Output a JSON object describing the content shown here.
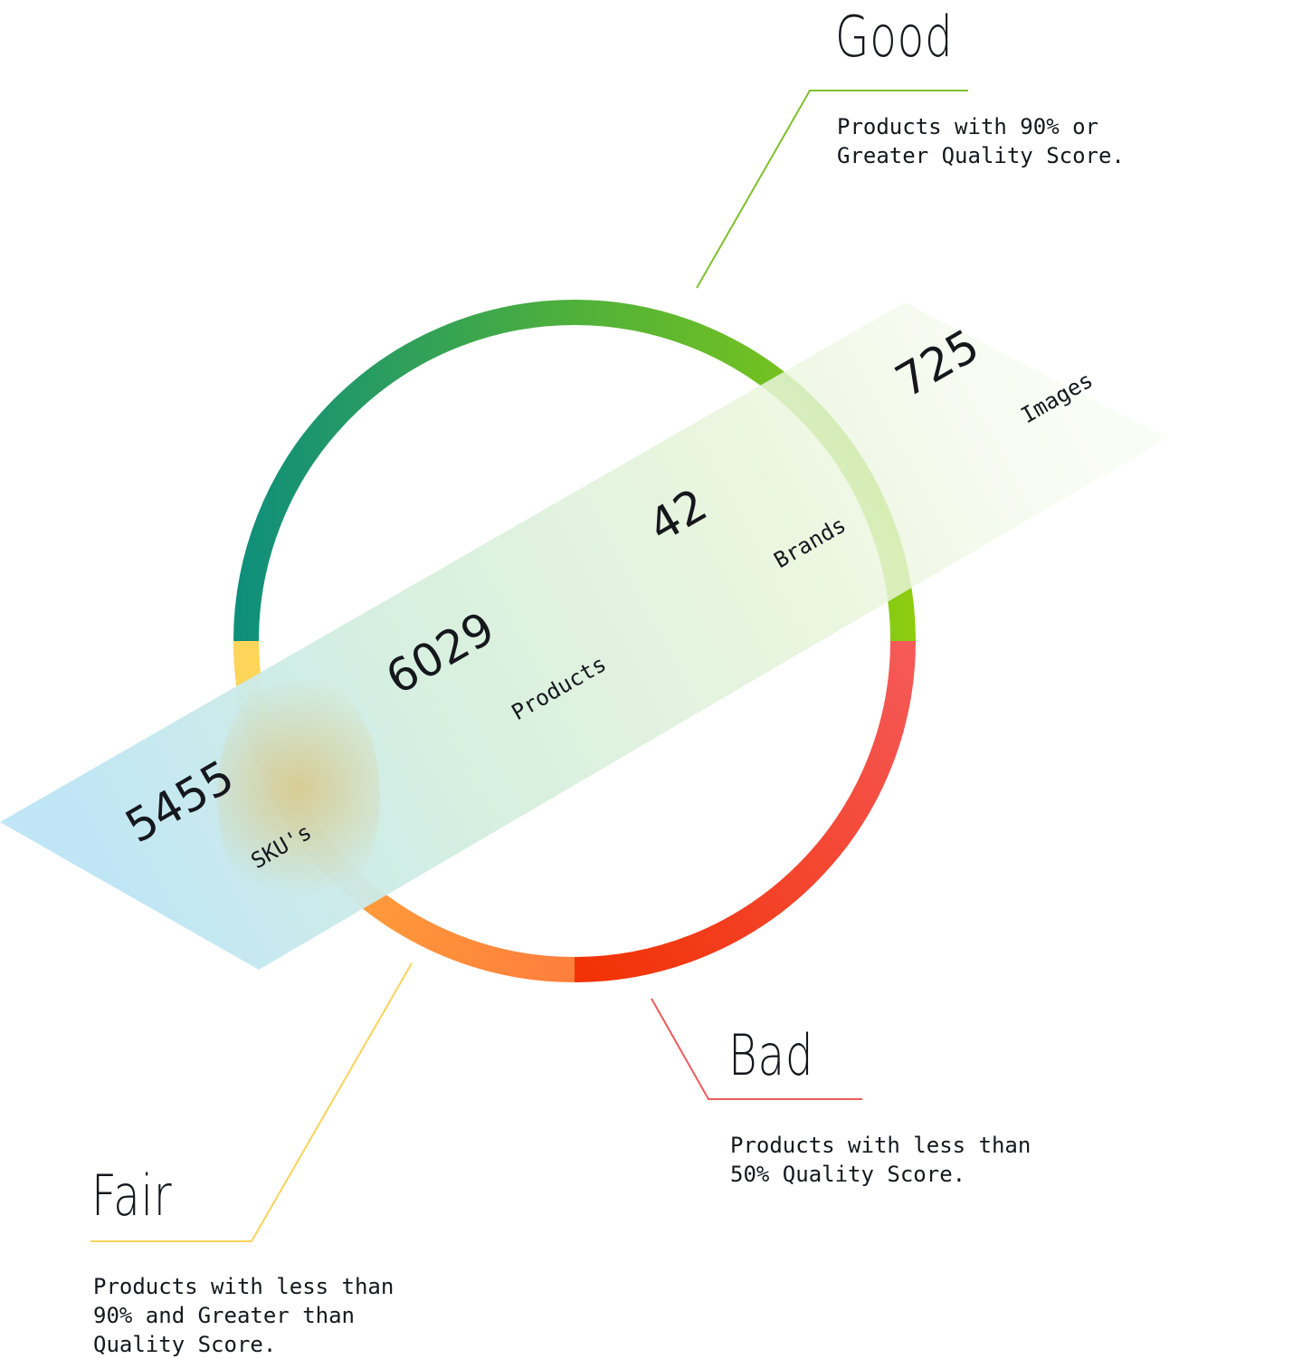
{
  "categories": {
    "good": {
      "title": "Good",
      "description": "Products with 90% or\nGreater Quality Score.",
      "color": "#7ec12a"
    },
    "bad": {
      "title": "Bad",
      "description": "Products with less than\n50% Quality Score.",
      "color": "#ee5a5a"
    },
    "fair": {
      "title": "Fair",
      "description": "Products with less than\n90% and Greater than\nQuality Score.",
      "color": "#f9d35a"
    }
  },
  "stats": [
    {
      "value": "5455",
      "label": "SKU's"
    },
    {
      "value": "6029",
      "label": "Products"
    },
    {
      "value": "42",
      "label": "Brands"
    },
    {
      "value": "725",
      "label": "Images"
    }
  ],
  "ring_colors": {
    "good_start": "#0e8e7c",
    "good_end": "#8ccd10",
    "bad_start": "#f55a5a",
    "bad_end": "#f23205",
    "fair_light": "#ffd55a",
    "fair_orange": "#ff8a3a"
  }
}
